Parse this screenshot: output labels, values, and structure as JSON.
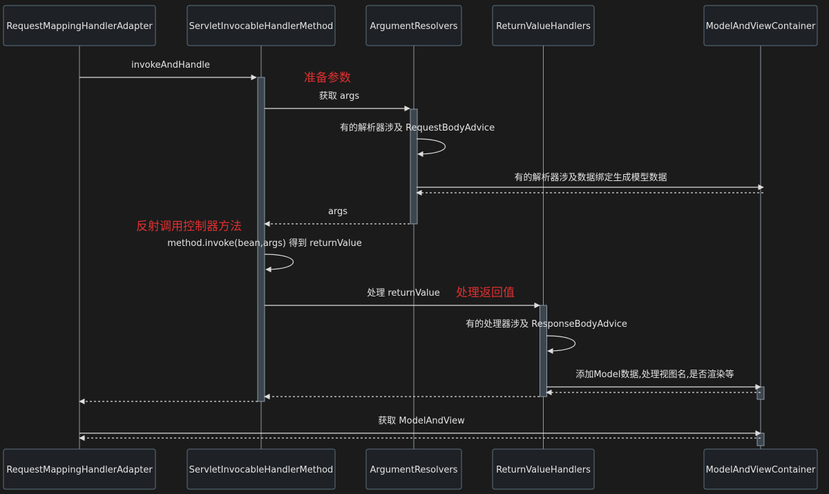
{
  "participants": [
    {
      "id": "rmha",
      "label": "RequestMappingHandlerAdapter"
    },
    {
      "id": "sihm",
      "label": "ServletInvocableHandlerMethod"
    },
    {
      "id": "ar",
      "label": "ArgumentResolvers"
    },
    {
      "id": "rvh",
      "label": "ReturnValueHandlers"
    },
    {
      "id": "mavc",
      "label": "ModelAndViewContainer"
    }
  ],
  "messages": [
    {
      "from": "rmha",
      "to": "sihm",
      "text": "invokeAndHandle",
      "kind": "sync"
    },
    {
      "from": "sihm",
      "to": "ar",
      "text": "获取 args",
      "kind": "sync"
    },
    {
      "from": "ar",
      "to": "ar",
      "text": "有的解析器涉及 RequestBodyAdvice",
      "kind": "self"
    },
    {
      "from": "ar",
      "to": "mavc",
      "text": "有的解析器涉及数据绑定生成模型数据",
      "kind": "sync"
    },
    {
      "from": "mavc",
      "to": "ar",
      "text": "",
      "kind": "reply"
    },
    {
      "from": "ar",
      "to": "sihm",
      "text": "args",
      "kind": "reply"
    },
    {
      "from": "sihm",
      "to": "sihm",
      "text": "method.invoke(bean,args) 得到 returnValue",
      "kind": "self"
    },
    {
      "from": "sihm",
      "to": "rvh",
      "text": "处理 returnValue",
      "kind": "sync"
    },
    {
      "from": "rvh",
      "to": "rvh",
      "text": "有的处理器涉及 ResponseBodyAdvice",
      "kind": "self"
    },
    {
      "from": "rvh",
      "to": "mavc",
      "text": "添加Model数据,处理视图名,是否渲染等",
      "kind": "sync"
    },
    {
      "from": "mavc",
      "to": "rvh",
      "text": "",
      "kind": "reply"
    },
    {
      "from": "rvh",
      "to": "sihm",
      "text": "",
      "kind": "reply"
    },
    {
      "from": "sihm",
      "to": "rmha",
      "text": "",
      "kind": "reply"
    },
    {
      "from": "rmha",
      "to": "mavc",
      "text": "获取 ModelAndView",
      "kind": "sync"
    },
    {
      "from": "mavc",
      "to": "rmha",
      "text": "",
      "kind": "reply"
    }
  ],
  "annotations": [
    {
      "text": "准备参数"
    },
    {
      "text": "反射调用控制器方法"
    },
    {
      "text": "处理返回值"
    }
  ],
  "colors": {
    "background": "#1b1b1b",
    "annotation": "#e03030",
    "line": "#dcdcdc"
  }
}
